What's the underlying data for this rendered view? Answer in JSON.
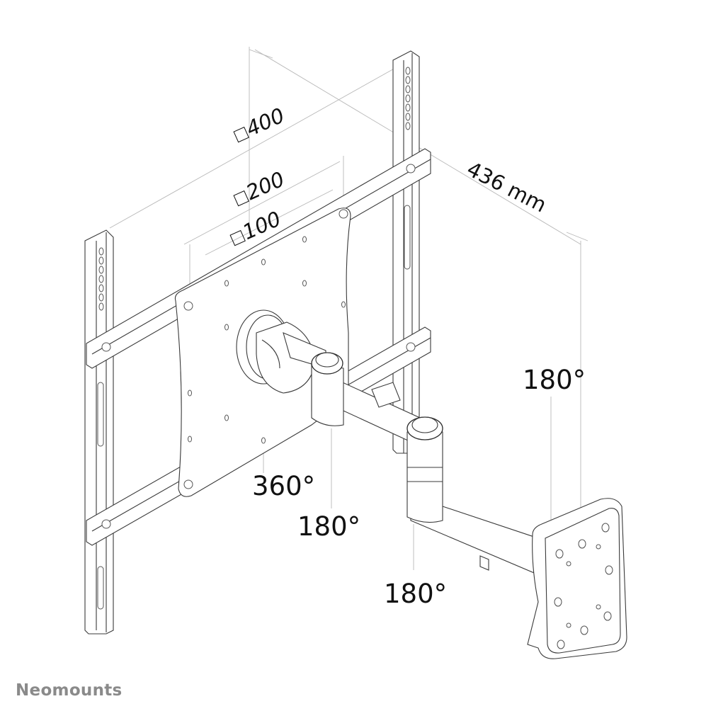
{
  "diagram": {
    "subject": "Full-motion TV wall mount line drawing",
    "vesa_labels": [
      {
        "symbol": "□",
        "value": "400"
      },
      {
        "symbol": "□",
        "value": "200"
      },
      {
        "symbol": "□",
        "value": "100"
      }
    ],
    "depth_label": "436 mm",
    "rotation_labels": {
      "wall_plate_pivot": "180°",
      "head_swivel": "360°",
      "first_joint": "180°",
      "second_joint": "180°"
    },
    "colors": {
      "line": "#3a3a3a",
      "dimension_line": "#b8b8b8",
      "text": "#111111",
      "brand": "#8a8a8a",
      "background": "#ffffff"
    }
  },
  "brand": {
    "name": "Neomounts"
  }
}
